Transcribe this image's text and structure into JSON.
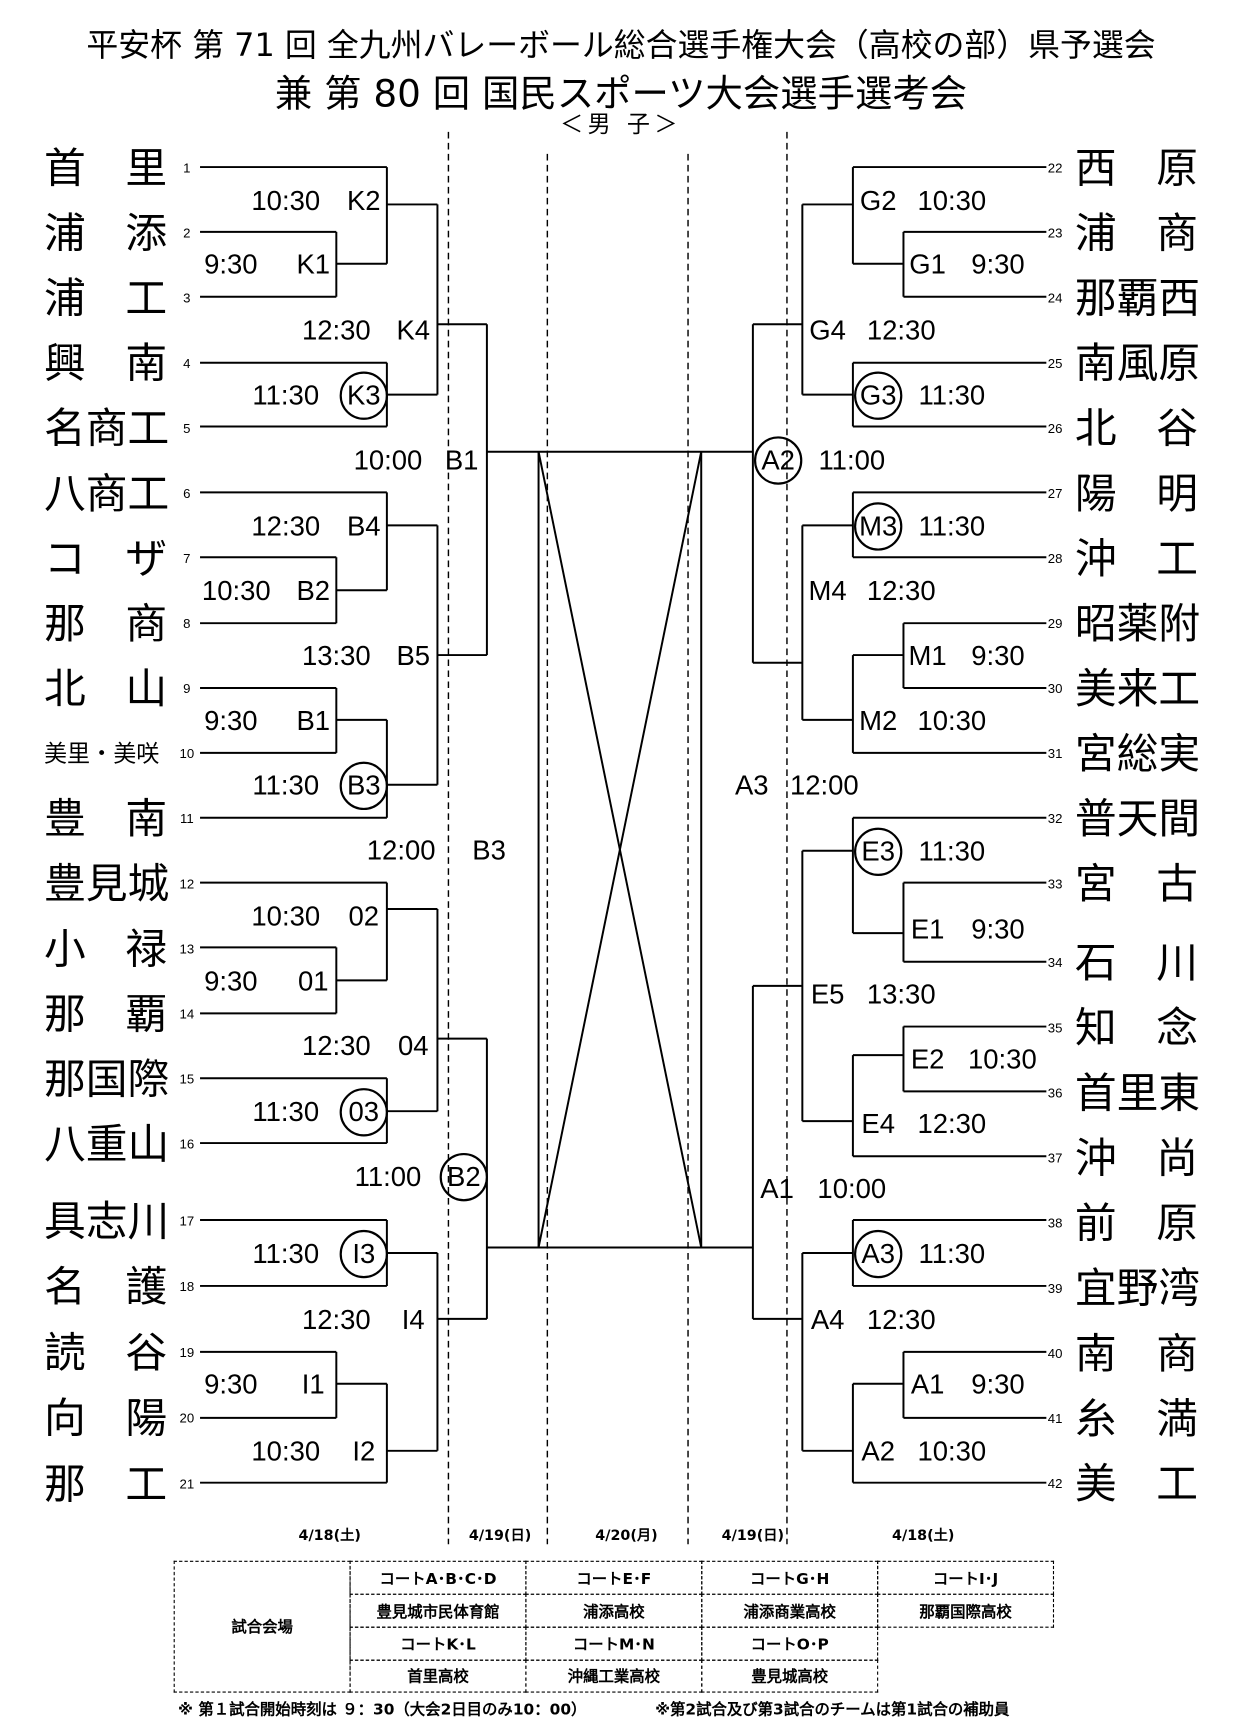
{
  "header": {
    "title_line1": "平安杯 第 71 回 全九州バレーボール総合選手権大会（高校の部）県予選会",
    "title_line2": "兼 第 80 回 国民スポーツ大会選手選考会",
    "division": "＜男 子＞"
  },
  "left_teams": [
    {
      "seed": "1",
      "name": "首里"
    },
    {
      "seed": "2",
      "name": "浦添"
    },
    {
      "seed": "3",
      "name": "浦工"
    },
    {
      "seed": "4",
      "name": "興南"
    },
    {
      "seed": "5",
      "name": "名商工"
    },
    {
      "seed": "6",
      "name": "八商工"
    },
    {
      "seed": "7",
      "name": "コザ"
    },
    {
      "seed": "8",
      "name": "那商"
    },
    {
      "seed": "9",
      "name": "北山"
    },
    {
      "seed": "10",
      "name": "美里・美咲"
    },
    {
      "seed": "11",
      "name": "豊南"
    },
    {
      "seed": "12",
      "name": "豊見城"
    },
    {
      "seed": "13",
      "name": "小禄"
    },
    {
      "seed": "14",
      "name": "那覇"
    },
    {
      "seed": "15",
      "name": "那国際"
    },
    {
      "seed": "16",
      "name": "八重山"
    },
    {
      "seed": "17",
      "name": "具志川"
    },
    {
      "seed": "18",
      "name": "名護"
    },
    {
      "seed": "19",
      "name": "読谷"
    },
    {
      "seed": "20",
      "name": "向陽"
    },
    {
      "seed": "21",
      "name": "那工"
    }
  ],
  "right_teams": [
    {
      "seed": "22",
      "name": "西原"
    },
    {
      "seed": "23",
      "name": "浦商"
    },
    {
      "seed": "24",
      "name": "那覇西"
    },
    {
      "seed": "25",
      "name": "南風原"
    },
    {
      "seed": "26",
      "name": "北谷"
    },
    {
      "seed": "27",
      "name": "陽明"
    },
    {
      "seed": "28",
      "name": "沖工"
    },
    {
      "seed": "29",
      "name": "昭薬附"
    },
    {
      "seed": "30",
      "name": "美来工"
    },
    {
      "seed": "31",
      "name": "宮総実"
    },
    {
      "seed": "32",
      "name": "普天間"
    },
    {
      "seed": "33",
      "name": "宮古"
    },
    {
      "seed": "34",
      "name": "石川"
    },
    {
      "seed": "35",
      "name": "知念"
    },
    {
      "seed": "36",
      "name": "首里東"
    },
    {
      "seed": "37",
      "name": "沖尚"
    },
    {
      "seed": "38",
      "name": "前原"
    },
    {
      "seed": "39",
      "name": "宜野湾"
    },
    {
      "seed": "40",
      "name": "南商"
    },
    {
      "seed": "41",
      "name": "糸満"
    },
    {
      "seed": "42",
      "name": "美工"
    }
  ],
  "left_matches": [
    {
      "code": "K2",
      "time": "10:30",
      "circled": false
    },
    {
      "code": "K1",
      "time": "9:30",
      "circled": false
    },
    {
      "code": "K4",
      "time": "12:30",
      "circled": false
    },
    {
      "code": "K3",
      "time": "11:30",
      "circled": true
    },
    {
      "code": "B1",
      "time": "10:00",
      "circled": false
    },
    {
      "code": "B4",
      "time": "12:30",
      "circled": false
    },
    {
      "code": "B2",
      "time": "10:30",
      "circled": false
    },
    {
      "code": "B5",
      "time": "13:30",
      "circled": false
    },
    {
      "code": "B1",
      "time": "9:30",
      "circled": false
    },
    {
      "code": "B3",
      "time": "11:30",
      "circled": true
    },
    {
      "code": "B3",
      "time": "12:00",
      "circled": false
    },
    {
      "code": "02",
      "time": "10:30",
      "circled": false
    },
    {
      "code": "01",
      "time": "9:30",
      "circled": false
    },
    {
      "code": "04",
      "time": "12:30",
      "circled": false
    },
    {
      "code": "03",
      "time": "11:30",
      "circled": true
    },
    {
      "code": "B2",
      "time": "11:00",
      "circled": true
    },
    {
      "code": "I3",
      "time": "11:30",
      "circled": true
    },
    {
      "code": "I4",
      "time": "12:30",
      "circled": false
    },
    {
      "code": "I1",
      "time": "9:30",
      "circled": false
    },
    {
      "code": "I2",
      "time": "10:30",
      "circled": false
    }
  ],
  "right_matches": [
    {
      "code": "G2",
      "time": "10:30",
      "circled": false
    },
    {
      "code": "G1",
      "time": "9:30",
      "circled": false
    },
    {
      "code": "G4",
      "time": "12:30",
      "circled": false
    },
    {
      "code": "G3",
      "time": "11:30",
      "circled": true
    },
    {
      "code": "A2",
      "time": "11:00",
      "circled": true
    },
    {
      "code": "M3",
      "time": "11:30",
      "circled": true
    },
    {
      "code": "M4",
      "time": "12:30",
      "circled": false
    },
    {
      "code": "M1",
      "time": "9:30",
      "circled": false
    },
    {
      "code": "M2",
      "time": "10:30",
      "circled": false
    },
    {
      "code": "A3",
      "time": "12:00",
      "circled": false
    },
    {
      "code": "E3",
      "time": "11:30",
      "circled": true
    },
    {
      "code": "E1",
      "time": "9:30",
      "circled": false
    },
    {
      "code": "E5",
      "time": "13:30",
      "circled": false
    },
    {
      "code": "E2",
      "time": "10:30",
      "circled": false
    },
    {
      "code": "E4",
      "time": "12:30",
      "circled": false
    },
    {
      "code": "A1",
      "time": "10:00",
      "circled": false
    },
    {
      "code": "A3",
      "time": "11:30",
      "circled": true
    },
    {
      "code": "A4",
      "time": "12:30",
      "circled": false
    },
    {
      "code": "A1",
      "time": "9:30",
      "circled": false
    },
    {
      "code": "A2",
      "time": "10:30",
      "circled": false
    }
  ],
  "dates": [
    "4/18(土)",
    "4/19(日)",
    "4/20(月)",
    "4/19(日)",
    "4/18(土)"
  ],
  "venues": {
    "label": "試合会場",
    "row1": [
      {
        "court": "コートA･B･C･D",
        "place": "豊見城市民体育館"
      },
      {
        "court": "コートE･F",
        "place": "浦添高校"
      },
      {
        "court": "コートG･H",
        "place": "浦添商業高校"
      },
      {
        "court": "コートI･J",
        "place": "那覇国際高校"
      }
    ],
    "row2": [
      {
        "court": "コートK･L",
        "place": "首里高校"
      },
      {
        "court": "コートM･N",
        "place": "沖縄工業高校"
      },
      {
        "court": "コートO･P",
        "place": "豊見城高校"
      }
    ]
  },
  "notes": {
    "left": "※ 第１試合開始時刻は ９：30（大会2日目のみ10：00）",
    "right": "※第2試合及び第3試合のチームは第1試合の補助員"
  }
}
